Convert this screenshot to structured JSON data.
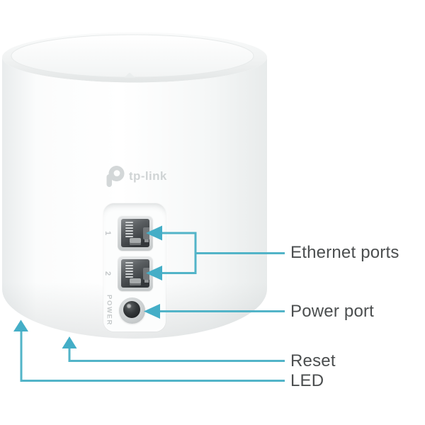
{
  "device": {
    "brand": "tp-link",
    "port1_label": "1",
    "port2_label": "2",
    "power_label": "POWER"
  },
  "callouts": {
    "ethernet_label": "Ethernet ports",
    "power_label": "Power port",
    "reset_label": "Reset",
    "led_label": "LED"
  },
  "colors": {
    "callout_line": "#52b4c8",
    "callout_arrow": "#44aec7",
    "label_text": "#4b4e4f",
    "logo_gray": "#d3d7d8"
  }
}
